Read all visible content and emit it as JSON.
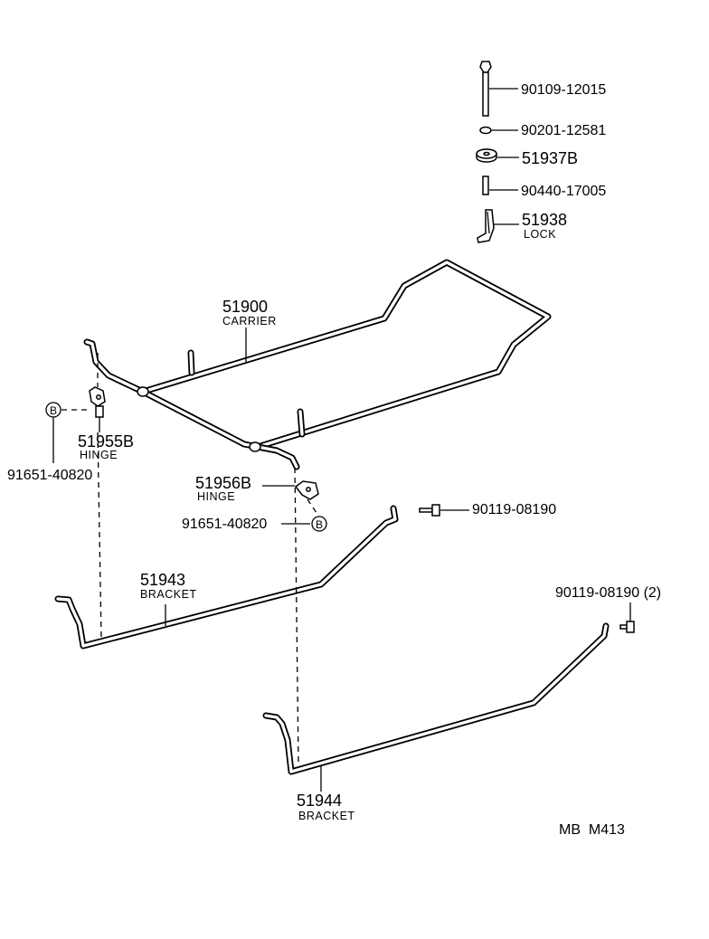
{
  "parts": {
    "bolt_top": {
      "number": "90109-12015",
      "icon": "bolt-icon"
    },
    "washer": {
      "number": "90201-12581",
      "icon": "washer-icon"
    },
    "cushion": {
      "number": "51937B",
      "icon": "cushion-icon"
    },
    "collar": {
      "number": "90440-17005",
      "icon": "collar-icon"
    },
    "lock": {
      "number": "51938",
      "name": "LOCK",
      "icon": "lock-icon"
    },
    "carrier": {
      "number": "51900",
      "name": "CARRIER"
    },
    "hinge_left": {
      "number": "51955B",
      "name": "HINGE",
      "icon": "hinge-icon"
    },
    "bolt_left": {
      "number": "91651-40820",
      "ref": "B"
    },
    "hinge_right": {
      "number": "51956B",
      "name": "HINGE",
      "icon": "hinge-icon"
    },
    "bolt_right": {
      "number": "91651-40820",
      "ref": "B"
    },
    "bolt_mid": {
      "number": "90119-08190",
      "icon": "bolt-icon"
    },
    "bolt_right_pair": {
      "number": "90119-08190 (2)",
      "icon": "bolt-icon"
    },
    "bracket_front": {
      "number": "51943",
      "name": "BRACKET"
    },
    "bracket_rear": {
      "number": "51944",
      "name": "BRACKET"
    }
  },
  "footer": {
    "code": "MB  M413"
  }
}
